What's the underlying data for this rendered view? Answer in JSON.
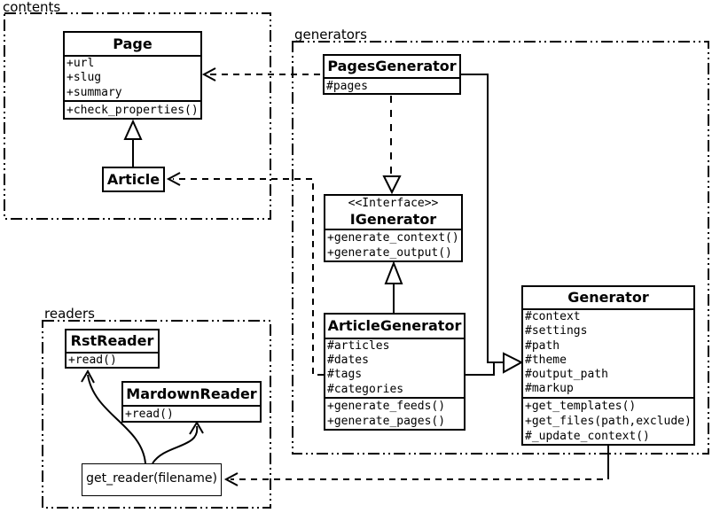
{
  "diagram": {
    "packages": {
      "contents": "contents",
      "generators": "generators",
      "readers": "readers"
    },
    "classes": {
      "page": {
        "name": "Page",
        "attributes": [
          "+url",
          "+slug",
          "+summary"
        ],
        "methods": [
          "+check_properties()"
        ]
      },
      "article": {
        "name": "Article"
      },
      "pages_generator": {
        "name": "PagesGenerator",
        "attributes": [
          "#pages"
        ]
      },
      "igenerator": {
        "stereotype": "<<Interface>>",
        "name": "IGenerator",
        "methods": [
          "+generate_context()",
          "+generate_output()"
        ]
      },
      "article_generator": {
        "name": "ArticleGenerator",
        "attributes": [
          "#articles",
          "#dates",
          "#tags",
          "#categories"
        ],
        "methods": [
          "+generate_feeds()",
          "+generate_pages()"
        ]
      },
      "generator": {
        "name": "Generator",
        "attributes": [
          "#context",
          "#settings",
          "#path",
          "#theme",
          "#output_path",
          "#markup"
        ],
        "methods": [
          "+get_templates()",
          "+get_files(path,exclude)",
          "#_update_context()"
        ]
      },
      "rst_reader": {
        "name": "RstReader",
        "methods": [
          "+read()"
        ]
      },
      "mardown_reader": {
        "name": "MardownReader",
        "methods": [
          "+read()"
        ]
      }
    },
    "functions": {
      "get_reader": {
        "label": "get_reader(filename)"
      }
    },
    "colors": {
      "stroke": "#000000",
      "background": "#ffffff"
    }
  }
}
